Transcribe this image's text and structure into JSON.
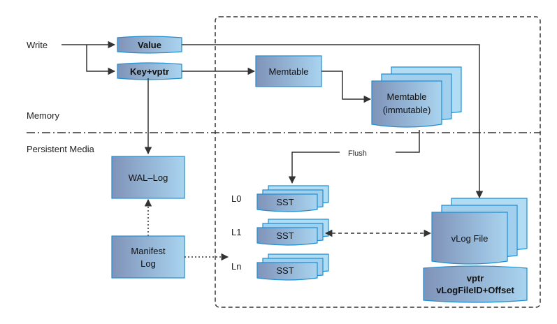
{
  "labels": {
    "write": "Write",
    "memory": "Memory",
    "persistent_media": "Persistent Media",
    "flush": "Flush",
    "l0": "L0",
    "l1": "L1",
    "ln": "Ln"
  },
  "boxes": {
    "value": "Value",
    "key_vptr": "Key+vptr",
    "memtable": "Memtable",
    "memtable_immutable_1": "Memtable",
    "memtable_immutable_2": "(immutable)",
    "wal_log": "WAL–Log",
    "manifest_log_1": "Manifest",
    "manifest_log_2": "Log",
    "sst_l0": "SST",
    "sst_l1": "SST",
    "sst_ln": "SST",
    "vlog_file": "vLog File",
    "vptr_1": "vptr",
    "vptr_2": "vLogFileID+Offset"
  },
  "colors": {
    "box_light": "#a9d4f0",
    "box_dark": "#7f93b8",
    "box_border": "#1f8fd1",
    "line": "#333333"
  }
}
